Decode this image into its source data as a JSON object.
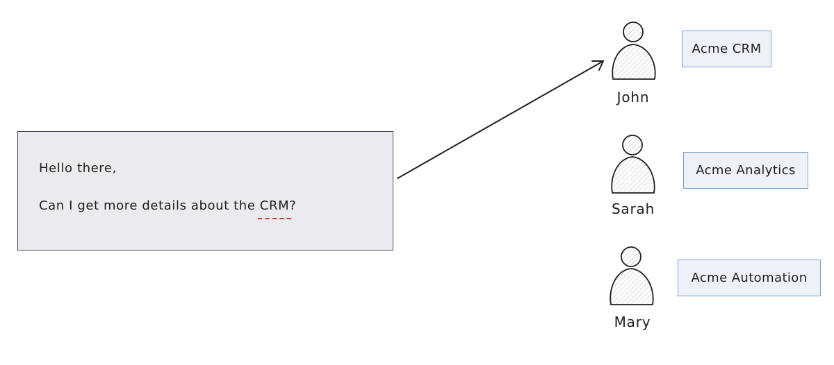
{
  "message": {
    "greeting": "Hello there,",
    "question_prefix": "Can I get more details about the ",
    "question_keyword": "CRM",
    "question_suffix": "?"
  },
  "people": [
    {
      "name": "John",
      "product": "Acme CRM"
    },
    {
      "name": "Sarah",
      "product": "Acme Analytics"
    },
    {
      "name": "Mary",
      "product": "Acme Automation"
    }
  ],
  "colors": {
    "message_fill": "#e9ebee",
    "stroke": "#1e1e1e",
    "tag_border": "#74a3d6",
    "tag_fill": "#eef2f8",
    "keyword_underline": "#e03131"
  }
}
